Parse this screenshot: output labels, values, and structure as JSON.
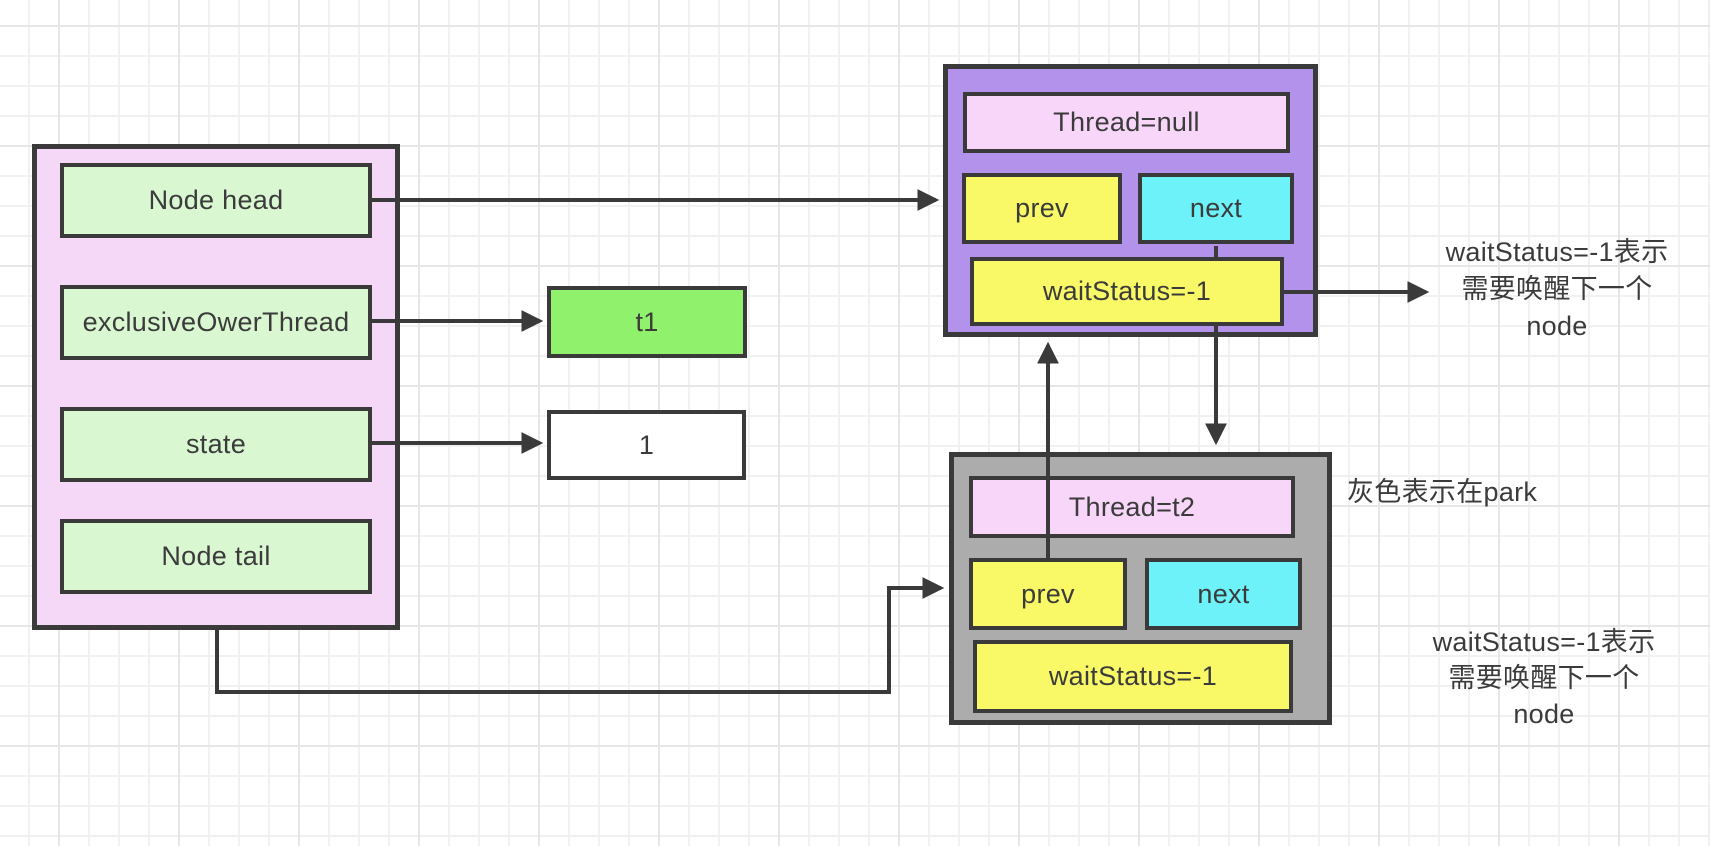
{
  "diagram": {
    "aqs": {
      "fields": [
        {
          "label": "Node head"
        },
        {
          "label": "exclusiveOwerThread"
        },
        {
          "label": "state"
        },
        {
          "label": "Node tail"
        }
      ]
    },
    "owner_thread": {
      "label": "t1"
    },
    "state_value": {
      "label": "1"
    },
    "node1": {
      "thread": "Thread=null",
      "prev": "prev",
      "next": "next",
      "wait_status": "waitStatus=-1"
    },
    "node2": {
      "thread": "Thread=t2",
      "prev": "prev",
      "next": "next",
      "wait_status": "waitStatus=-1"
    },
    "annotations": {
      "node1_note": {
        "line1": "waitStatus=-1表示",
        "line2": "需要唤醒下一个",
        "line3": "node"
      },
      "park_note": "灰色表示在park",
      "node2_note": {
        "line1": "waitStatus=-1表示",
        "line2": "需要唤醒下一个",
        "line3": "node"
      }
    },
    "colors": {
      "aqs_fill": "#f5d8f7",
      "field_fill": "#d9f7d1",
      "t1_fill": "#8ff16c",
      "value_fill": "#ffffff",
      "node1_fill": "#b392ec",
      "node2_fill": "#acacac",
      "thread_cell_fill": "#f8d6f9",
      "prev_cell_fill": "#f9f967",
      "next_cell_fill": "#6cf2f8",
      "waitstatus_cell_fill": "#f9f967",
      "stroke": "#3a3a3a",
      "text": "#3b3b3b"
    }
  }
}
